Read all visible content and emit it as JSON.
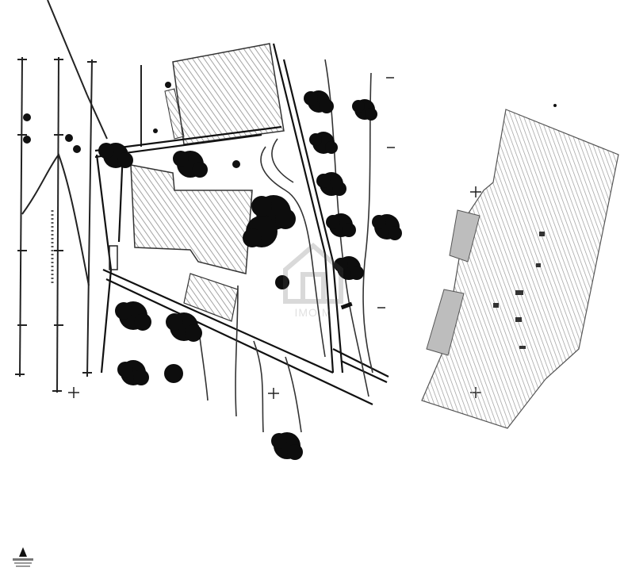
{
  "drawing": {
    "type": "site-plan",
    "colors": {
      "line": "#111111",
      "hatch": "#9a9a9a",
      "tree": "#0d0d0d",
      "background": "#ffffff",
      "watermark": "#777777"
    },
    "tree_count": 22,
    "hatched_buildings": 4
  },
  "watermark": {
    "text": "IMO    M",
    "icon": "house-logo-icon"
  },
  "north_arrow": {
    "icon": "north-arrow-icon"
  }
}
